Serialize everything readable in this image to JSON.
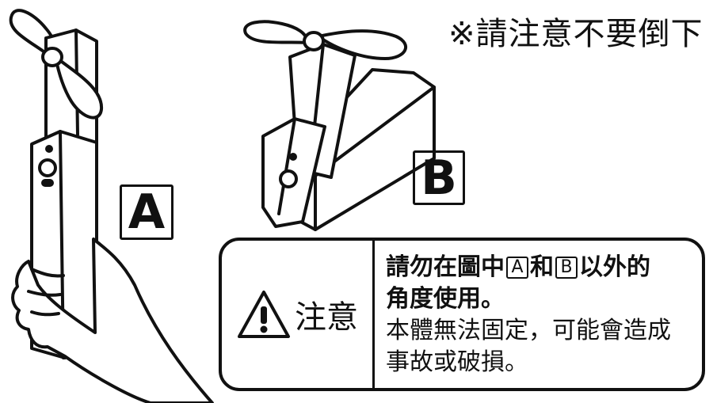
{
  "note_text": "※請注意不要倒下",
  "labels": {
    "a": "A",
    "b": "B"
  },
  "warning": {
    "title": "注意",
    "line1_pre": "請勿在圖中",
    "line1_a": "A",
    "line1_mid": "和",
    "line1_b": "B",
    "line1_post": "以外的",
    "line2": "角度使用。",
    "line3": "本體無法固定，可能會造成",
    "line4": "事故或破損。"
  },
  "colors": {
    "ink": "#111111",
    "paper": "#ffffff"
  }
}
